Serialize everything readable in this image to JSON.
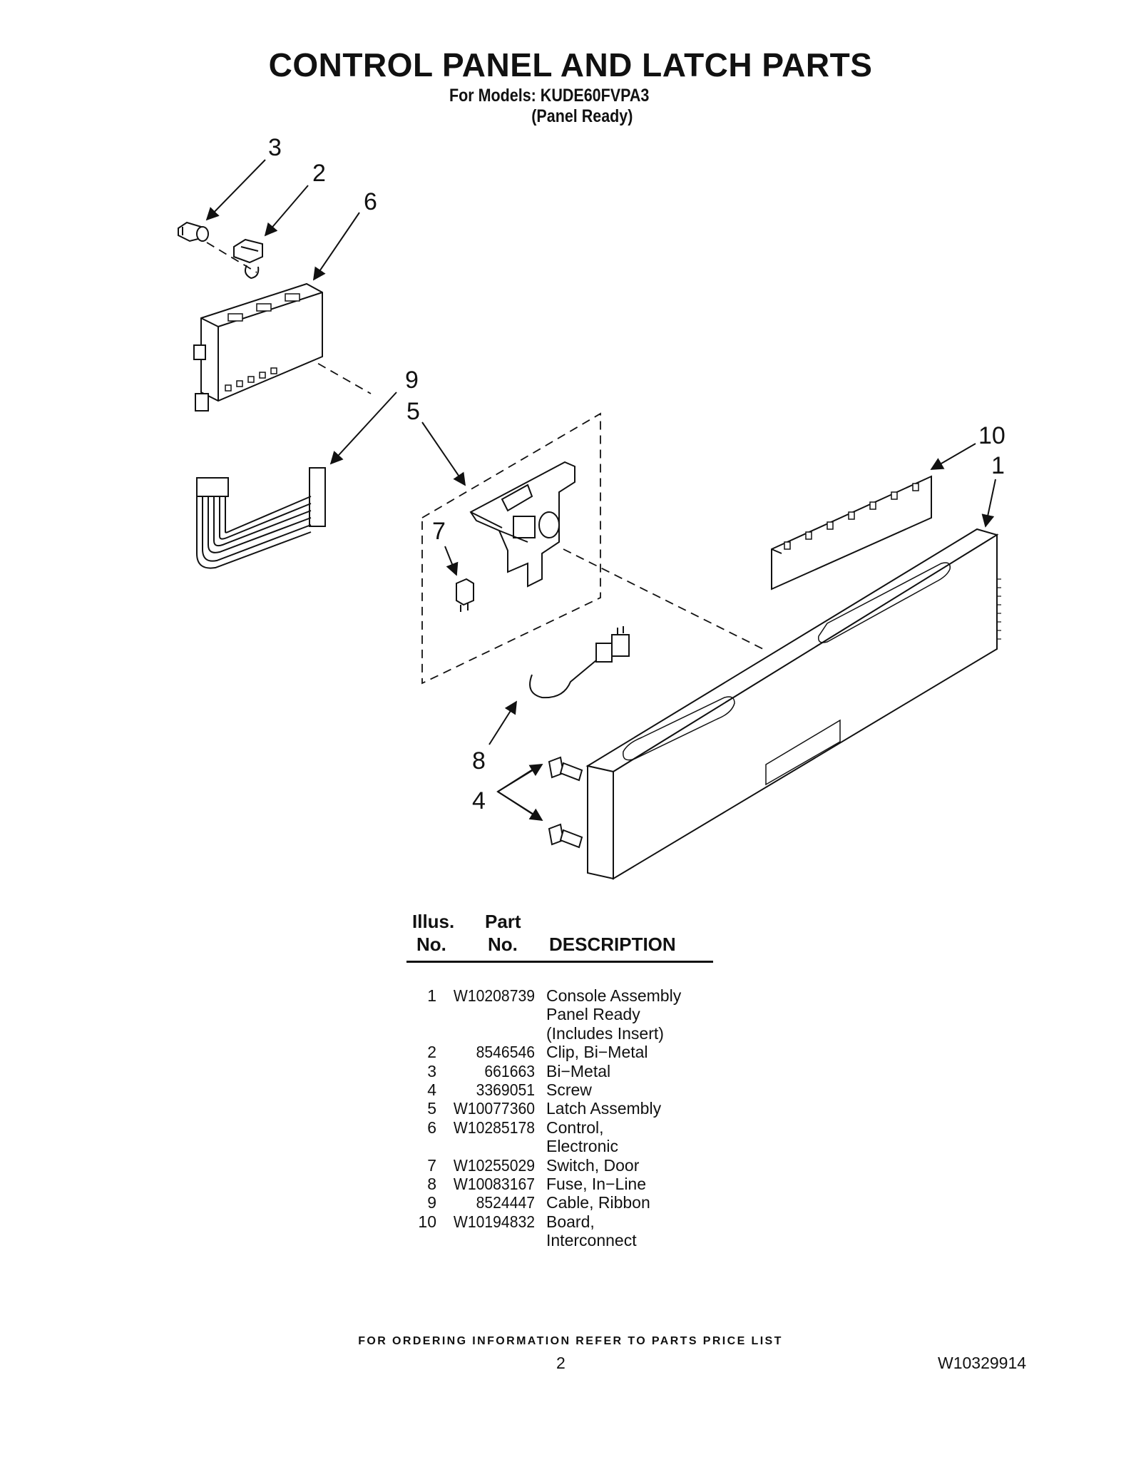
{
  "header": {
    "title": "CONTROL PANEL AND LATCH PARTS",
    "models_line1": "For Models: KUDE60FVPA3",
    "models_line2": "(Panel Ready)"
  },
  "diagram": {
    "callouts": [
      "3",
      "2",
      "6",
      "9",
      "5",
      "10",
      "1",
      "7",
      "8",
      "4"
    ]
  },
  "table": {
    "head_illus_line1": "Illus.",
    "head_illus_line2": "No.",
    "head_part_line1": "Part",
    "head_part_line2": "No.",
    "head_description": "DESCRIPTION",
    "rows": [
      {
        "illus": "1",
        "part": "W10208739",
        "description": "Console Assembly\nPanel Ready\n(Includes Insert)"
      },
      {
        "illus": "2",
        "part": "8546546",
        "description": "Clip, Bi−Metal"
      },
      {
        "illus": "3",
        "part": "661663",
        "description": "Bi−Metal"
      },
      {
        "illus": "4",
        "part": "3369051",
        "description": "Screw"
      },
      {
        "illus": "5",
        "part": "W10077360",
        "description": "Latch Assembly"
      },
      {
        "illus": "6",
        "part": "W10285178",
        "description": "Control,\nElectronic"
      },
      {
        "illus": "7",
        "part": "W10255029",
        "description": "Switch, Door"
      },
      {
        "illus": "8",
        "part": "W10083167",
        "description": "Fuse, In−Line"
      },
      {
        "illus": "9",
        "part": "8524447",
        "description": "Cable, Ribbon"
      },
      {
        "illus": "10",
        "part": "W10194832",
        "description": "Board,\nInterconnect"
      }
    ]
  },
  "footer": {
    "ordering_note": "FOR ORDERING INFORMATION REFER TO PARTS PRICE LIST",
    "page_number": "2",
    "document_number": "W10329914"
  }
}
